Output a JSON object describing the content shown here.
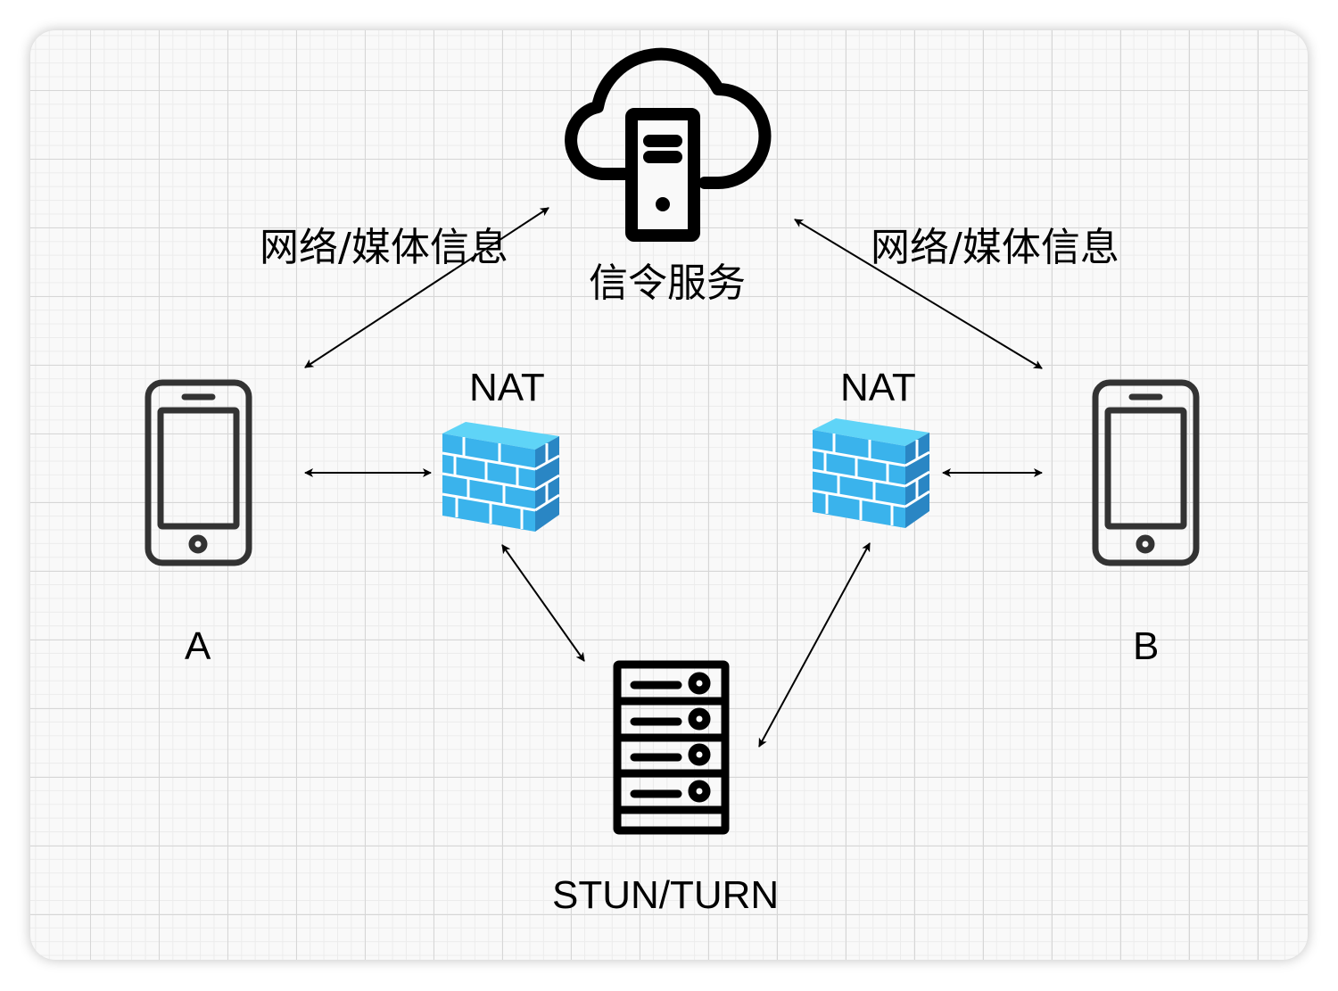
{
  "diagram": {
    "signal_server": {
      "label": "信令服务"
    },
    "left_link": {
      "label": "网络/媒体信息"
    },
    "right_link": {
      "label": "网络/媒体信息"
    },
    "left_nat": {
      "label": "NAT"
    },
    "right_nat": {
      "label": "NAT"
    },
    "device_a": {
      "label": "A"
    },
    "device_b": {
      "label": "B"
    },
    "relay_server": {
      "label": "STUN/TURN"
    },
    "colors": {
      "stroke": "#000000",
      "device": "#333333",
      "firewall_front": "#3ab3ec",
      "firewall_top": "#5fd4f7",
      "firewall_side": "#2a86c4",
      "grid_major": "#d6d6d6",
      "grid_minor": "#ececec"
    }
  }
}
